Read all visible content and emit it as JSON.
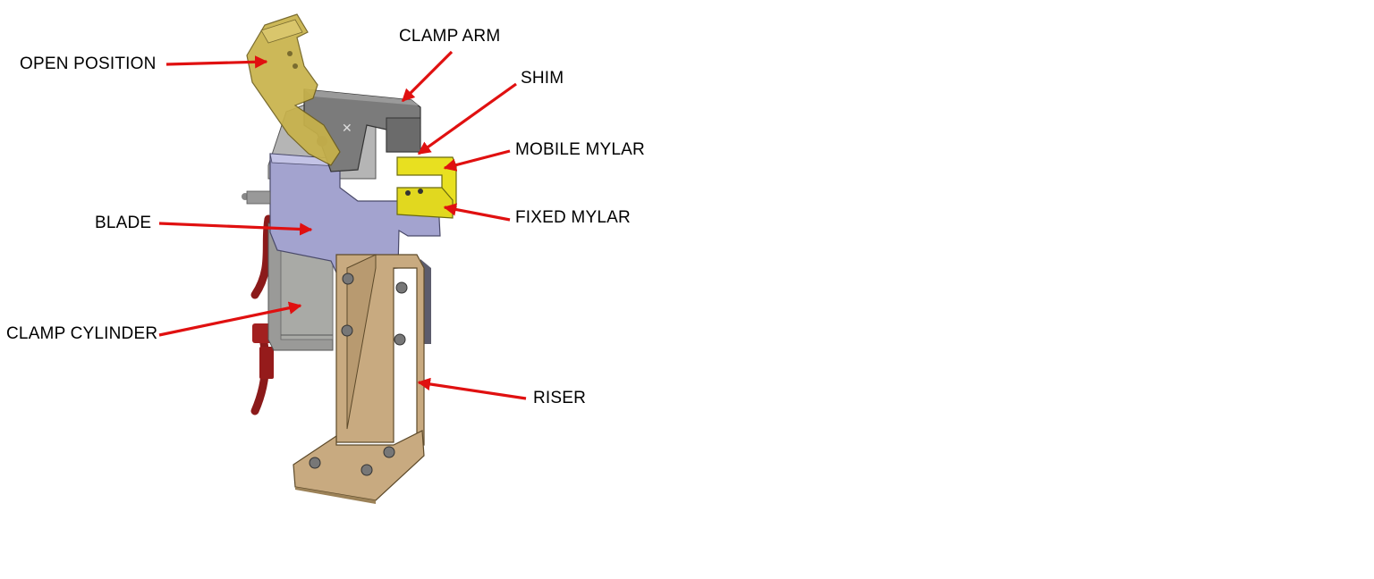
{
  "diagram": {
    "labels": {
      "open_position": "OPEN POSITION",
      "clamp_arm": "CLAMP ARM",
      "shim": "SHIM",
      "mobile_mylar": "MOBILE MYLAR",
      "fixed_mylar": "FIXED MYLAR",
      "blade": "BLADE",
      "clamp_cylinder": "CLAMP CYLINDER",
      "riser": "RISER"
    },
    "colors": {
      "arrow": "#e01010",
      "blade": "#a3a3cf",
      "riser": "#c8aa80",
      "mylar": "#e8e020",
      "open_arm": "#c8b24a",
      "clamp_arm": "#7b7b7b",
      "cylinder": "#9a9a98",
      "hose": "#8b1a1a"
    }
  }
}
